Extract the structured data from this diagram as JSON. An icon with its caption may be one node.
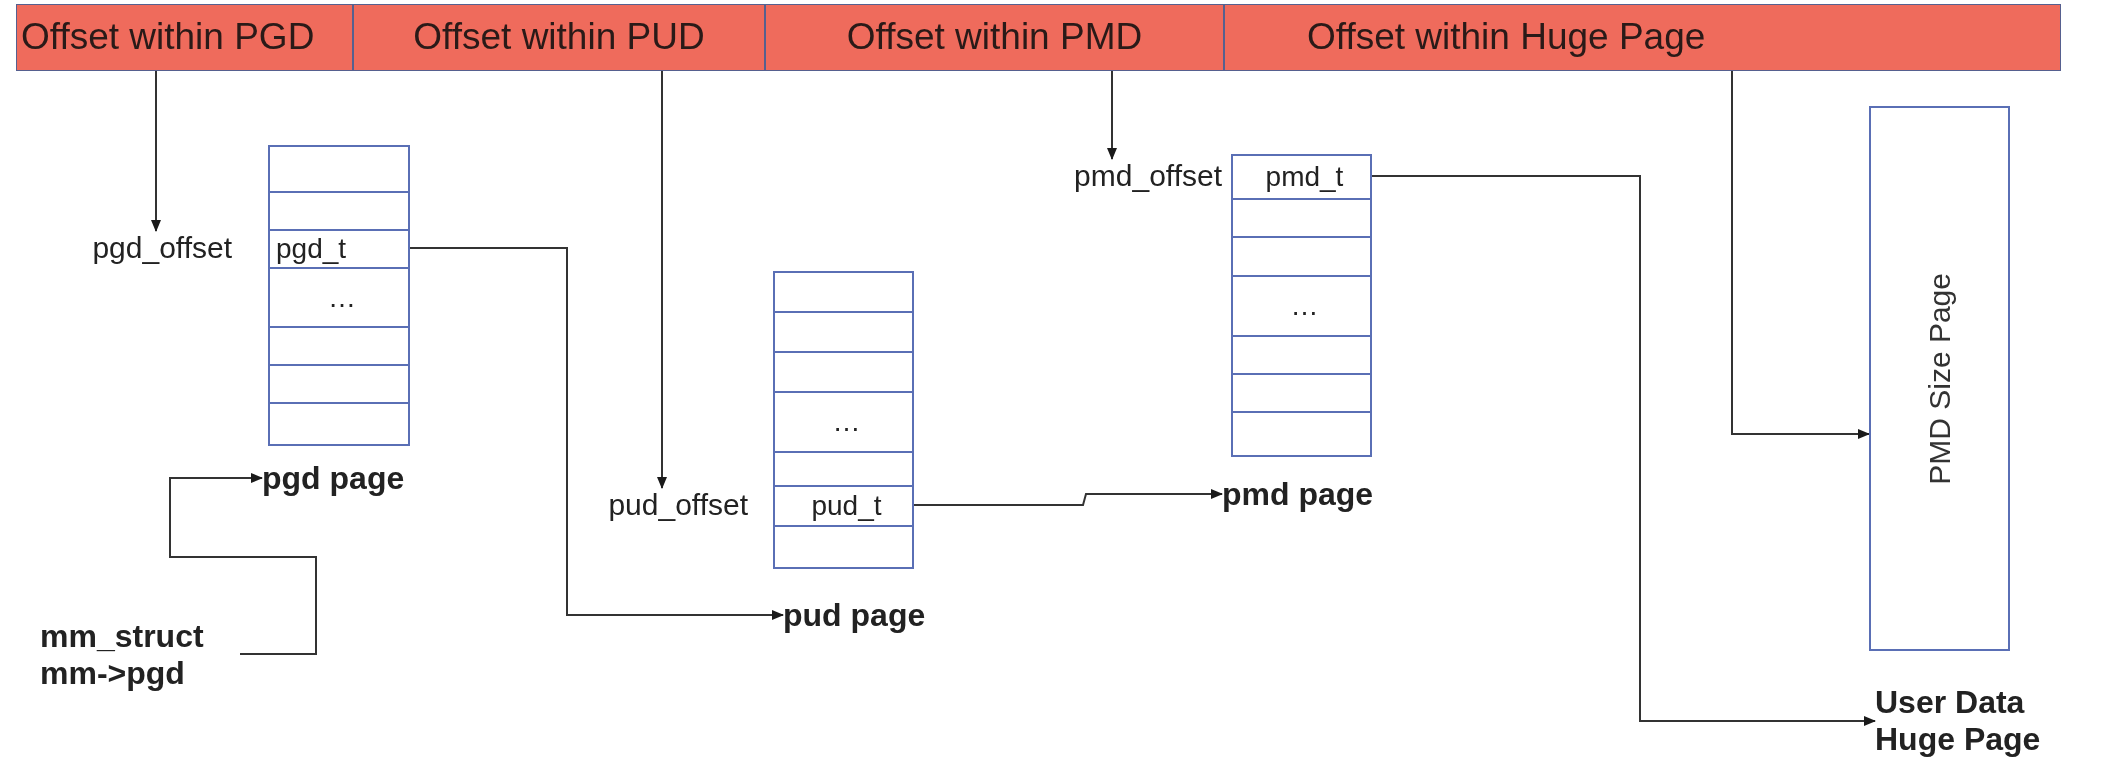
{
  "diagram": {
    "nodes": [
      {
        "text": [
          "Offset within PGD"
        ]
      },
      {
        "text": [
          "Offset within PUD"
        ]
      },
      {
        "text": [
          "Offset within PMD"
        ]
      },
      {
        "text": [
          "Offset within Huge Page"
        ]
      },
      {
        "text": [
          "pgd_offset"
        ]
      },
      {
        "text": [
          "pgd_t",
          "…"
        ]
      },
      {
        "text": [
          "pgd page"
        ]
      },
      {
        "text": [
          "mm_struct mm->pgd"
        ]
      },
      {
        "text": [
          "pmd_offset"
        ]
      },
      {
        "text": [
          "pmd_t",
          "…"
        ]
      },
      {
        "text": [
          "…",
          "pud_t"
        ]
      },
      {
        "text": [
          "pud_offset"
        ]
      },
      {
        "text": [
          "pud page"
        ]
      },
      {
        "text": [
          "pmd page"
        ]
      },
      {
        "text": [
          "PMD Size Page"
        ]
      },
      {
        "text": [
          "User Data Huge Page"
        ]
      }
    ],
    "edges": [
      {
        "from": 0,
        "to": 4,
        "arrow": "to"
      },
      {
        "from": 1,
        "to": 11,
        "arrow": "to"
      },
      {
        "from": 2,
        "to": 8,
        "arrow": "to"
      },
      {
        "from": 3,
        "to": 14,
        "arrow": "to"
      },
      {
        "from": 7,
        "to": 6,
        "arrow": "to"
      },
      {
        "from": 5,
        "to": 12,
        "arrow": "to"
      },
      {
        "from": 10,
        "to": 13,
        "arrow": "to"
      },
      {
        "from": 9,
        "to": 15,
        "arrow": "to"
      }
    ]
  }
}
